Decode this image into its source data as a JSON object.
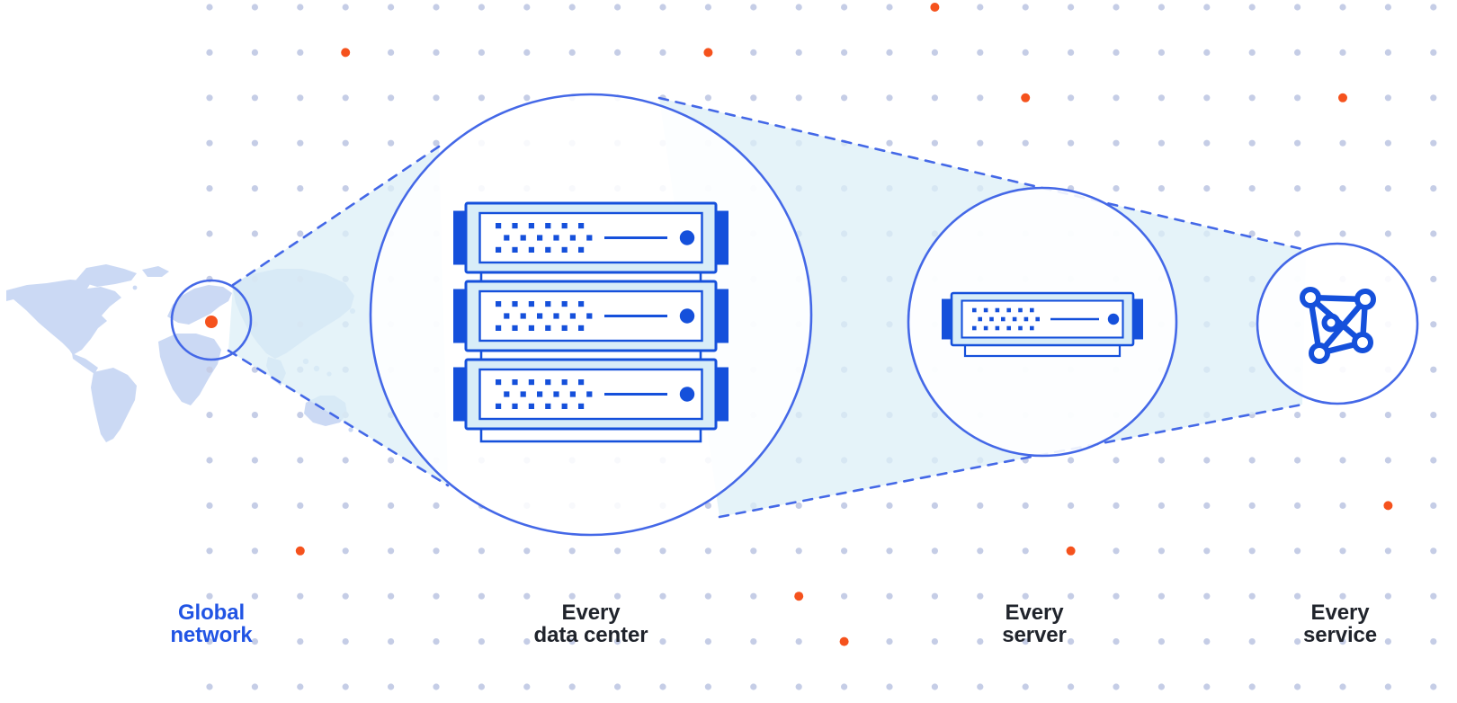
{
  "diagram": {
    "title_hint": "global network zoom diagram",
    "items": [
      {
        "id": "global-network",
        "line1": "Global",
        "line2": "network",
        "icon": "world-map-location",
        "emphasized": true
      },
      {
        "id": "every-data-center",
        "line1": "Every",
        "line2": "data center",
        "icon": "server-stack",
        "emphasized": false
      },
      {
        "id": "every-server",
        "line1": "Every",
        "line2": "server",
        "icon": "server",
        "emphasized": false
      },
      {
        "id": "every-service",
        "line1": "Every",
        "line2": "service",
        "icon": "network-mesh",
        "emphasized": false
      }
    ]
  },
  "colors": {
    "background": "#FFFFFF",
    "primary_blue": "#1550DB",
    "stroke_blue": "#4468E7",
    "server_panel_cyan": "#D8EDF8",
    "beam_cyan": "#DCEFF7",
    "dot_gray": "#C5CDE6",
    "dot_orange": "#F5521D",
    "map_fill": "#CBD9F4",
    "label_dark": "#20242C",
    "label_blue": "#2154E4"
  }
}
